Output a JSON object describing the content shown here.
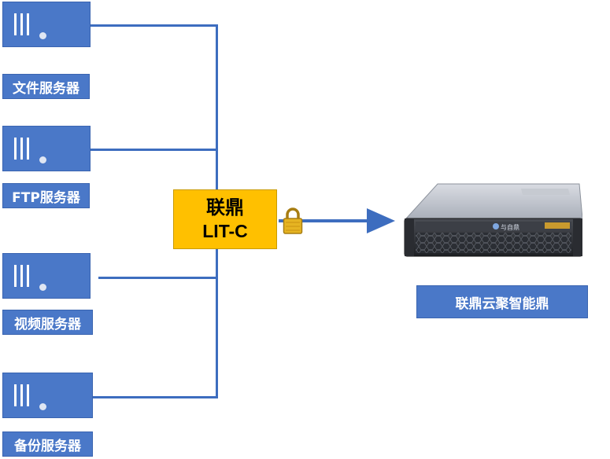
{
  "servers": [
    {
      "id": "file",
      "label": "文件服务器"
    },
    {
      "id": "ftp",
      "label": "FTP服务器"
    },
    {
      "id": "video",
      "label": "视频服务器"
    },
    {
      "id": "backup",
      "label": "备份服务器"
    }
  ],
  "hub": {
    "line1": "联鼎",
    "line2": "LIT-C"
  },
  "appliance": {
    "label": "联鼎云聚智能鼎",
    "badge_text": "与自鼎"
  },
  "icons": {
    "lock": "lock-icon",
    "server": "server-icon",
    "arrow": "arrow-right-icon"
  },
  "colors": {
    "server_blue": "#4a78c8",
    "connector_blue": "#3d6dbf",
    "hub_yellow": "#ffc000",
    "lock_gold": "#e6b422"
  }
}
